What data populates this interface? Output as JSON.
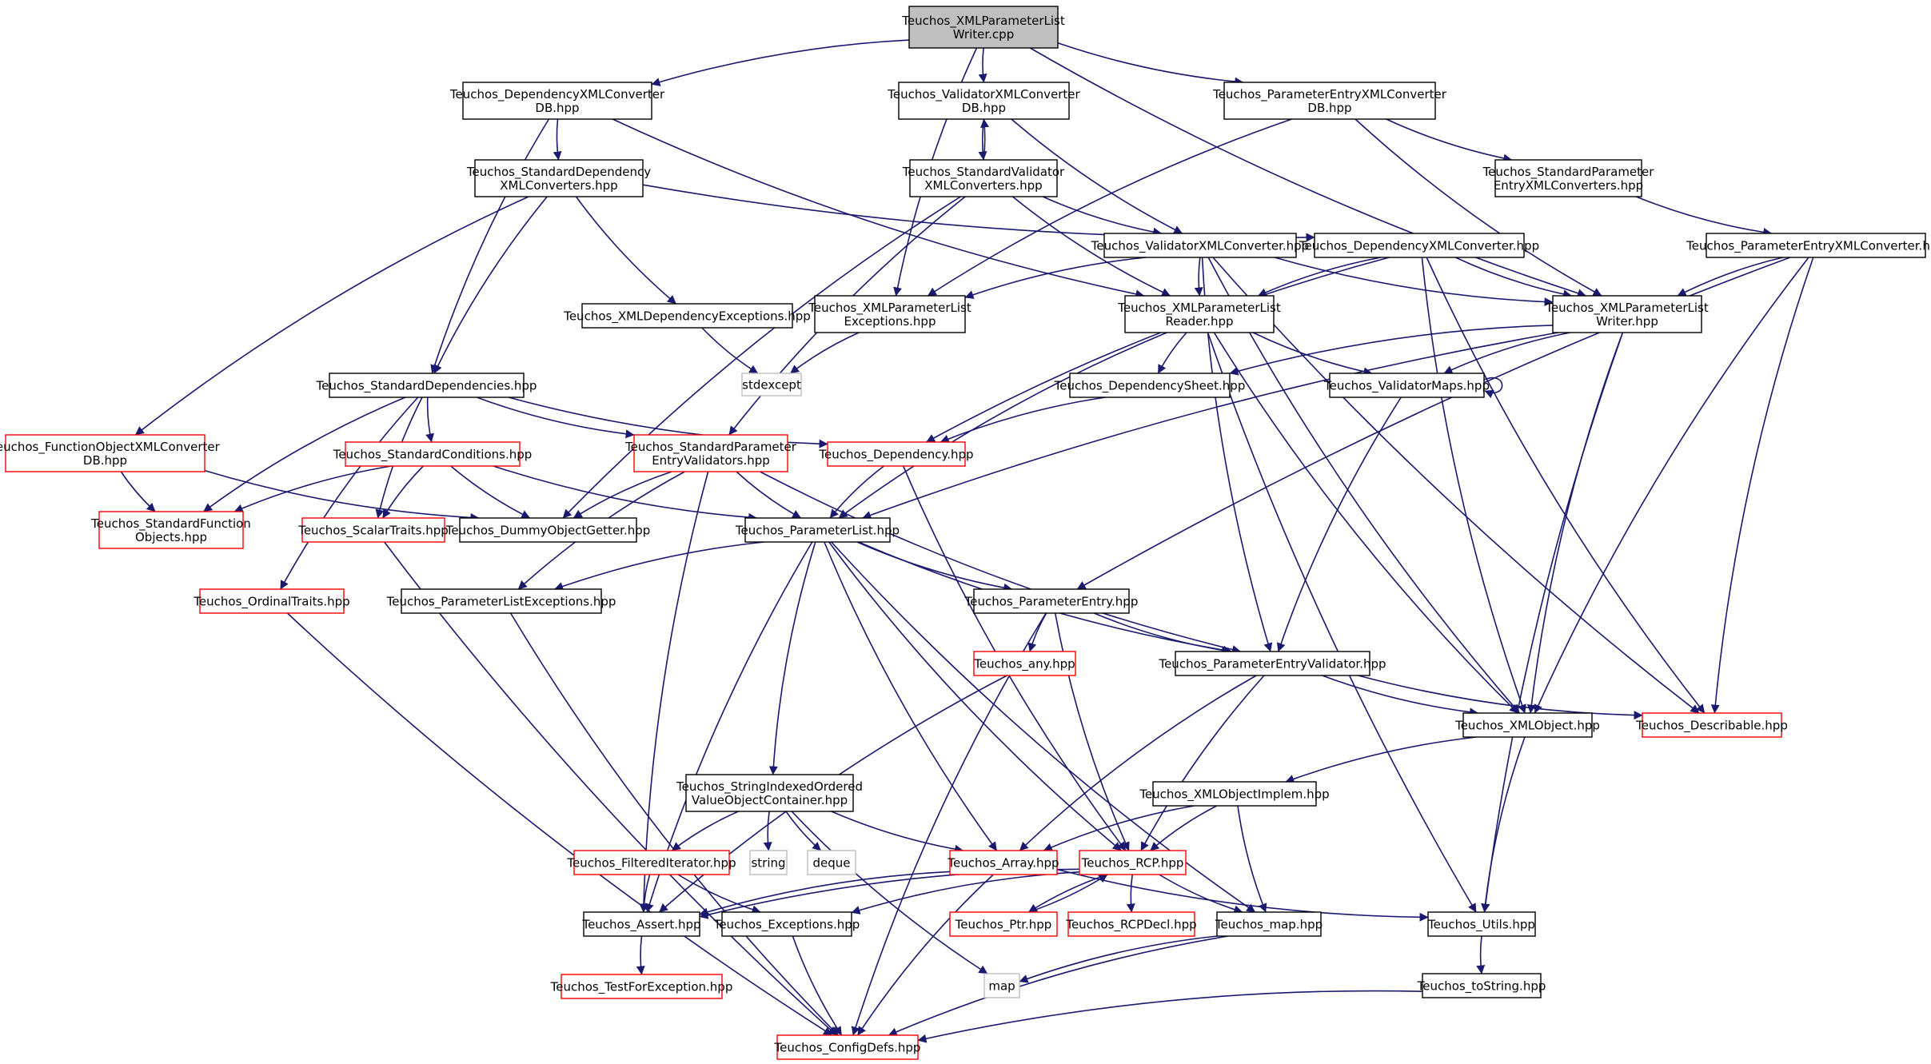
{
  "colors": {
    "edge": "#191970",
    "normal_border": "#000000",
    "red_border": "#ff0000",
    "gray_border": "#bfbfbf",
    "root_fill": "#bfbfbf"
  },
  "graph": {
    "nodes": [
      {
        "id": "root",
        "lines": [
          "Teuchos_XMLParameterList",
          "Writer.cpp"
        ],
        "style": "root"
      },
      {
        "id": "depconvdb",
        "lines": [
          "Teuchos_DependencyXMLConverter",
          "DB.hpp"
        ],
        "style": "normal"
      },
      {
        "id": "valconvdb",
        "lines": [
          "Teuchos_ValidatorXMLConverter",
          "DB.hpp"
        ],
        "style": "normal"
      },
      {
        "id": "peconvdb",
        "lines": [
          "Teuchos_ParameterEntryXMLConverter",
          "DB.hpp"
        ],
        "style": "normal"
      },
      {
        "id": "stddepconv",
        "lines": [
          "Teuchos_StandardDependency",
          "XMLConverters.hpp"
        ],
        "style": "normal"
      },
      {
        "id": "stdvalconv",
        "lines": [
          "Teuchos_StandardValidator",
          "XMLConverters.hpp"
        ],
        "style": "normal"
      },
      {
        "id": "stdpeconv",
        "lines": [
          "Teuchos_StandardParameter",
          "EntryXMLConverters.hpp"
        ],
        "style": "normal"
      },
      {
        "id": "valconv",
        "lines": [
          "Teuchos_ValidatorXMLConverter.hpp"
        ],
        "style": "normal"
      },
      {
        "id": "depconv",
        "lines": [
          "Teuchos_DependencyXMLConverter.hpp"
        ],
        "style": "normal"
      },
      {
        "id": "peconv",
        "lines": [
          "Teuchos_ParameterEntryXMLConverter.hpp"
        ],
        "style": "normal"
      },
      {
        "id": "xmldepexc",
        "lines": [
          "Teuchos_XMLDependencyExceptions.hpp"
        ],
        "style": "normal"
      },
      {
        "id": "xmlplexc",
        "lines": [
          "Teuchos_XMLParameterList",
          "Exceptions.hpp"
        ],
        "style": "normal"
      },
      {
        "id": "xmlplreader",
        "lines": [
          "Teuchos_XMLParameterList",
          "Reader.hpp"
        ],
        "style": "normal"
      },
      {
        "id": "xmlplwriter",
        "lines": [
          "Teuchos_XMLParameterList",
          "Writer.hpp"
        ],
        "style": "normal"
      },
      {
        "id": "stdexcept",
        "lines": [
          "stdexcept"
        ],
        "style": "gray"
      },
      {
        "id": "stddeps",
        "lines": [
          "Teuchos_StandardDependencies.hpp"
        ],
        "style": "normal"
      },
      {
        "id": "depsheet",
        "lines": [
          "Teuchos_DependencySheet.hpp"
        ],
        "style": "normal"
      },
      {
        "id": "valmaps",
        "lines": [
          "Teuchos_ValidatorMaps.hpp"
        ],
        "style": "normal"
      },
      {
        "id": "fnobjconv",
        "lines": [
          "Teuchos_FunctionObjectXMLConverter",
          "DB.hpp"
        ],
        "style": "red"
      },
      {
        "id": "stdcond",
        "lines": [
          "Teuchos_StandardConditions.hpp"
        ],
        "style": "red"
      },
      {
        "id": "stdpev",
        "lines": [
          "Teuchos_StandardParameter",
          "EntryValidators.hpp"
        ],
        "style": "red"
      },
      {
        "id": "dependency",
        "lines": [
          "Teuchos_Dependency.hpp"
        ],
        "style": "red"
      },
      {
        "id": "stdfnobj",
        "lines": [
          "Teuchos_StandardFunction",
          "Objects.hpp"
        ],
        "style": "red"
      },
      {
        "id": "scalartraits",
        "lines": [
          "Teuchos_ScalarTraits.hpp"
        ],
        "style": "red"
      },
      {
        "id": "dummyobj",
        "lines": [
          "Teuchos_DummyObjectGetter.hpp"
        ],
        "style": "normal"
      },
      {
        "id": "paramlist",
        "lines": [
          "Teuchos_ParameterList.hpp"
        ],
        "style": "normal"
      },
      {
        "id": "ordtraits",
        "lines": [
          "Teuchos_OrdinalTraits.hpp"
        ],
        "style": "red"
      },
      {
        "id": "plexc",
        "lines": [
          "Teuchos_ParameterListExceptions.hpp"
        ],
        "style": "normal"
      },
      {
        "id": "pentry",
        "lines": [
          "Teuchos_ParameterEntry.hpp"
        ],
        "style": "normal"
      },
      {
        "id": "any",
        "lines": [
          "Teuchos_any.hpp"
        ],
        "style": "red"
      },
      {
        "id": "pev",
        "lines": [
          "Teuchos_ParameterEntryValidator.hpp"
        ],
        "style": "normal"
      },
      {
        "id": "xmlobj",
        "lines": [
          "Teuchos_XMLObject.hpp"
        ],
        "style": "normal"
      },
      {
        "id": "describable",
        "lines": [
          "Teuchos_Describable.hpp"
        ],
        "style": "red"
      },
      {
        "id": "xmlobjimpl",
        "lines": [
          "Teuchos_XMLObjectImplem.hpp"
        ],
        "style": "normal"
      },
      {
        "id": "siovoc",
        "lines": [
          "Teuchos_StringIndexedOrdered",
          "ValueObjectContainer.hpp"
        ],
        "style": "normal"
      },
      {
        "id": "filtiter",
        "lines": [
          "Teuchos_FilteredIterator.hpp"
        ],
        "style": "red"
      },
      {
        "id": "string",
        "lines": [
          "string"
        ],
        "style": "gray"
      },
      {
        "id": "deque",
        "lines": [
          "deque"
        ],
        "style": "gray"
      },
      {
        "id": "array",
        "lines": [
          "Teuchos_Array.hpp"
        ],
        "style": "red"
      },
      {
        "id": "rcp",
        "lines": [
          "Teuchos_RCP.hpp"
        ],
        "style": "red"
      },
      {
        "id": "assert",
        "lines": [
          "Teuchos_Assert.hpp"
        ],
        "style": "normal"
      },
      {
        "id": "exceptions",
        "lines": [
          "Teuchos_Exceptions.hpp"
        ],
        "style": "normal"
      },
      {
        "id": "ptr",
        "lines": [
          "Teuchos_Ptr.hpp"
        ],
        "style": "red"
      },
      {
        "id": "rcpdecl",
        "lines": [
          "Teuchos_RCPDecl.hpp"
        ],
        "style": "red"
      },
      {
        "id": "map_hpp",
        "lines": [
          "Teuchos_map.hpp"
        ],
        "style": "normal"
      },
      {
        "id": "utils",
        "lines": [
          "Teuchos_Utils.hpp"
        ],
        "style": "normal"
      },
      {
        "id": "testforexc",
        "lines": [
          "Teuchos_TestForException.hpp"
        ],
        "style": "red"
      },
      {
        "id": "map",
        "lines": [
          "map"
        ],
        "style": "gray"
      },
      {
        "id": "tostring",
        "lines": [
          "Teuchos_toString.hpp"
        ],
        "style": "normal"
      },
      {
        "id": "configdefs",
        "lines": [
          "Teuchos_ConfigDefs.hpp"
        ],
        "style": "red"
      }
    ],
    "edges": [
      [
        "root",
        "depconvdb"
      ],
      [
        "root",
        "valconvdb"
      ],
      [
        "root",
        "peconvdb"
      ],
      [
        "root",
        "xmlplexc"
      ],
      [
        "root",
        "xmlplwriter"
      ],
      [
        "depconvdb",
        "stddepconv"
      ],
      [
        "depconvdb",
        "stddeps"
      ],
      [
        "depconvdb",
        "xmlplreader"
      ],
      [
        "valconvdb",
        "stdvalconv"
      ],
      [
        "stdvalconv",
        "valconvdb"
      ],
      [
        "valconvdb",
        "valconv"
      ],
      [
        "peconvdb",
        "stdpeconv"
      ],
      [
        "peconvdb",
        "xmlplexc"
      ],
      [
        "peconvdb",
        "xmlplwriter"
      ],
      [
        "stdpeconv",
        "peconv"
      ],
      [
        "stddepconv",
        "stddeps"
      ],
      [
        "stddepconv",
        "fnobjconv"
      ],
      [
        "stddepconv",
        "xmldepexc"
      ],
      [
        "stddepconv",
        "depconv"
      ],
      [
        "stdvalconv",
        "valconv"
      ],
      [
        "stdvalconv",
        "stdpev"
      ],
      [
        "stdvalconv",
        "xmlplreader"
      ],
      [
        "stdvalconv",
        "dummyobj"
      ],
      [
        "valconv",
        "xmlplexc"
      ],
      [
        "valconv",
        "xmlplreader"
      ],
      [
        "valconv",
        "xmlplwriter"
      ],
      [
        "valconv",
        "xmlobj"
      ],
      [
        "valconv",
        "pev"
      ],
      [
        "valconv",
        "describable"
      ],
      [
        "depconv",
        "xmlplreader"
      ],
      [
        "depconv",
        "xmlplwriter"
      ],
      [
        "depconv",
        "xmlobj"
      ],
      [
        "depconv",
        "dependency"
      ],
      [
        "depconv",
        "describable"
      ],
      [
        "peconv",
        "xmlplwriter"
      ],
      [
        "peconv",
        "xmlobj"
      ],
      [
        "peconv",
        "pentry"
      ],
      [
        "peconv",
        "describable"
      ],
      [
        "xmldepexc",
        "stdexcept"
      ],
      [
        "xmlplexc",
        "stdexcept"
      ],
      [
        "xmlplreader",
        "depsheet"
      ],
      [
        "xmlplreader",
        "valmaps"
      ],
      [
        "xmlplreader",
        "paramlist"
      ],
      [
        "xmlplreader",
        "xmlobj"
      ],
      [
        "xmlplreader",
        "utils"
      ],
      [
        "xmlplwriter",
        "depsheet"
      ],
      [
        "xmlplwriter",
        "valmaps"
      ],
      [
        "xmlplwriter",
        "paramlist"
      ],
      [
        "xmlplwriter",
        "xmlobj"
      ],
      [
        "xmlplwriter",
        "utils"
      ],
      [
        "valmaps",
        "valmaps"
      ],
      [
        "valmaps",
        "pev"
      ],
      [
        "depsheet",
        "dependency"
      ],
      [
        "stddeps",
        "stdcond"
      ],
      [
        "stddeps",
        "stdpev"
      ],
      [
        "stddeps",
        "dependency"
      ],
      [
        "stddeps",
        "stdfnobj"
      ],
      [
        "stddeps",
        "scalartraits"
      ],
      [
        "stddeps",
        "ordtraits"
      ],
      [
        "fnobjconv",
        "stdfnobj"
      ],
      [
        "fnobjconv",
        "dummyobj"
      ],
      [
        "stdcond",
        "stdfnobj"
      ],
      [
        "stdcond",
        "scalartraits"
      ],
      [
        "stdcond",
        "dummyobj"
      ],
      [
        "stdcond",
        "paramlist"
      ],
      [
        "stdpev",
        "dummyobj"
      ],
      [
        "stdpev",
        "paramlist"
      ],
      [
        "stdpev",
        "plexc"
      ],
      [
        "stdpev",
        "pev"
      ],
      [
        "stdpev",
        "assert"
      ],
      [
        "dependency",
        "paramlist"
      ],
      [
        "dependency",
        "rcp"
      ],
      [
        "paramlist",
        "plexc"
      ],
      [
        "paramlist",
        "pentry"
      ],
      [
        "paramlist",
        "pev"
      ],
      [
        "paramlist",
        "siovoc"
      ],
      [
        "paramlist",
        "array"
      ],
      [
        "paramlist",
        "rcp"
      ],
      [
        "paramlist",
        "map_hpp"
      ],
      [
        "paramlist",
        "assert"
      ],
      [
        "scalartraits",
        "configdefs"
      ],
      [
        "ordtraits",
        "configdefs"
      ],
      [
        "plexc",
        "configdefs"
      ],
      [
        "pentry",
        "any"
      ],
      [
        "pentry",
        "pev"
      ],
      [
        "pentry",
        "rcp"
      ],
      [
        "pentry",
        "configdefs"
      ],
      [
        "any",
        "assert"
      ],
      [
        "pev",
        "xmlobj"
      ],
      [
        "pev",
        "describable"
      ],
      [
        "pev",
        "array"
      ],
      [
        "pev",
        "rcp"
      ],
      [
        "xmlobj",
        "xmlobjimpl"
      ],
      [
        "xmlobj",
        "utils"
      ],
      [
        "xmlobjimpl",
        "array"
      ],
      [
        "xmlobjimpl",
        "rcp"
      ],
      [
        "xmlobjimpl",
        "map_hpp"
      ],
      [
        "siovoc",
        "filtiter"
      ],
      [
        "siovoc",
        "string"
      ],
      [
        "siovoc",
        "deque"
      ],
      [
        "siovoc",
        "array"
      ],
      [
        "siovoc",
        "map"
      ],
      [
        "filtiter",
        "assert"
      ],
      [
        "filtiter",
        "exceptions"
      ],
      [
        "array",
        "assert"
      ],
      [
        "array",
        "utils"
      ],
      [
        "array",
        "configdefs"
      ],
      [
        "rcp",
        "ptr"
      ],
      [
        "ptr",
        "rcp"
      ],
      [
        "rcp",
        "rcpdecl"
      ],
      [
        "rcp",
        "assert"
      ],
      [
        "rcp",
        "exceptions"
      ],
      [
        "rcp",
        "map_hpp"
      ],
      [
        "assert",
        "testforexc"
      ],
      [
        "exceptions",
        "configdefs"
      ],
      [
        "map_hpp",
        "map"
      ],
      [
        "map_hpp",
        "configdefs"
      ],
      [
        "utils",
        "tostring"
      ],
      [
        "tostring",
        "configdefs"
      ]
    ]
  }
}
